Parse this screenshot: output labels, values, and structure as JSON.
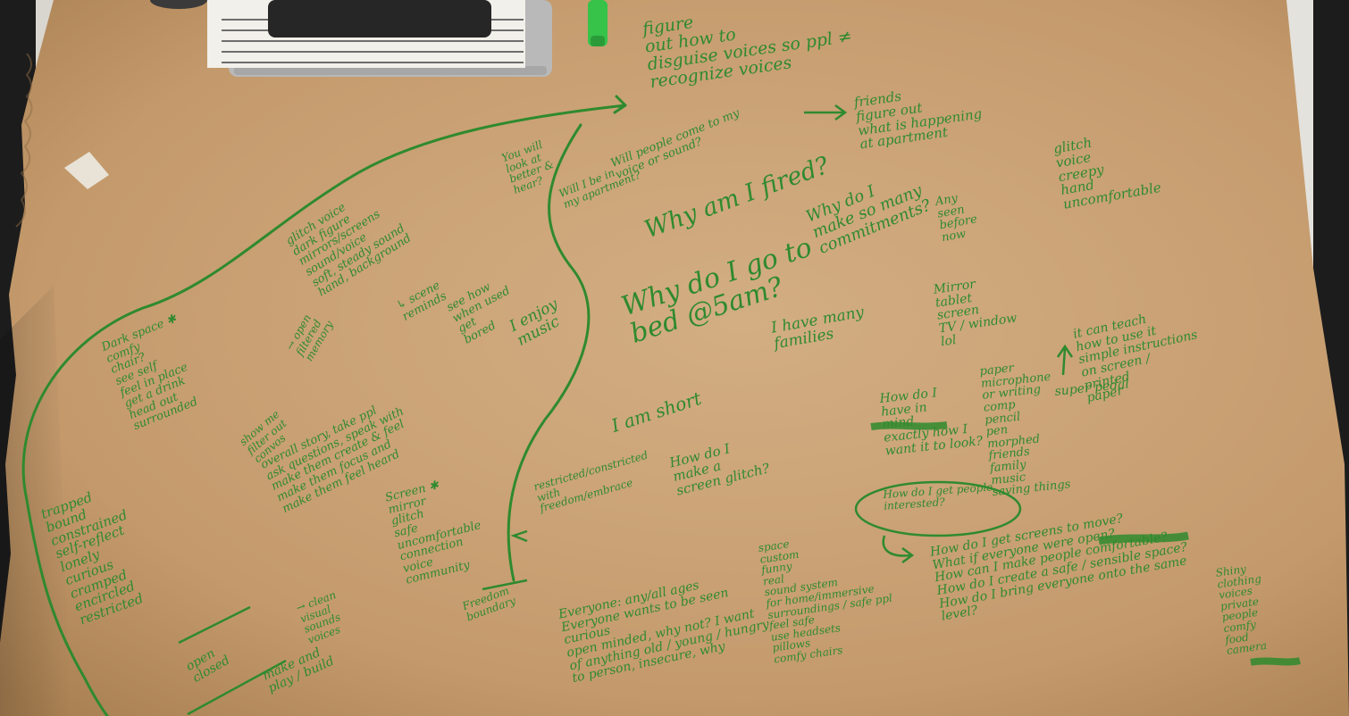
{
  "colors": {
    "paper": "#c49a6c",
    "paper_light": "#d3ae83",
    "ink": "#2f8a2e",
    "table": "#d9d6cf",
    "table_frame": "#1c1c1c",
    "marker_cap": "#37c24a",
    "laptop": "#b9b9b9",
    "notebook": "#f2f0ea"
  },
  "objects": {
    "laptop": "laptop-icon",
    "notebook": "spiral-notebook-icon",
    "phone": "phone-icon",
    "marker": "green-marker-icon",
    "tape": "tape-icon"
  },
  "notes": {
    "figure_out": "figure\nout how to\ndisguise voices so ppl ≠\nrecognize voices",
    "friends": "friends\nfigure out\nwhat is happening\nat apartment",
    "will_people": "Will people come to my\nvoice or sound?",
    "will_be_in": "Will I be in\nmy apartment?",
    "you_will": "You will\nlook at\nbetter &\nhear?",
    "why_fired": "Why am I fired?",
    "glitch_top": "glitch\nvoice\ncreepy\nhand\nuncomfortable",
    "why_do_i_make": "Why do I\nmake so many\ncommitments?",
    "any_seen": "Any\nseen\nbefore\nnow",
    "glitch_voice": "glitch voice\ndark figure\nmirrors/screens\nsound/voice\nsoft, steady sound\nhand, background",
    "why_bed": "Why do I go to\nbed @5am?",
    "i_have_many": "I have many\nfamilies",
    "mirror_list": "Mirror\ntablet\nscreen\nTV / window\nlol",
    "it_can_teach": "it can teach\nhow to use it\nsimple instructions\non screen /\nprinted\npaper",
    "scene_reminds": "↳ scene\nreminds",
    "see_how": "see how\nwhen used\nget\nbored",
    "i_enjoy": "I enjoy\nmusic",
    "dark_space": "Dark space ✱\ncomfy\nchair?\nsee self\nfeel in place\nget a drink\nhead out\nsurrounded",
    "open_filtered": "→ open\nfiltered\nmemory",
    "show_me": "show me\nfilter out\nconvos",
    "overall_story": "overall story, take ppl\nask questions, speak with\nmake them create & feel\nmake them focus and\nmake them feel heard",
    "paper_list": "paper\nmicrophone\nor writing\ncomp\npencil\npen\nmorphed\nfriends\nfamily\nmusic\nsaving things",
    "super_pedal": "super pedal",
    "how_do_i_how": "How do I\nhave in\nmind\nexactly how I\nwant it to look?",
    "i_am_short": "I am short",
    "how_do_glitch": "How do I\nmake a\nscreen glitch?",
    "restricted": "restricted/constricted\nwith\nfreedom/embrace",
    "screen_mirror": "Screen ✱\nmirror\nglitch\nsafe\nuncomfortable\nconnection\nvoice\ncommunity",
    "how_do_get_people": "How do I get people\ninterested?",
    "left_words": "trapped\nbound\nconstrained\nself-reflect\nlonely\ncurious\ncramped\nencircled\nrestricted",
    "clean_visual": "→ clean\nvisual\nsounds\nvoices",
    "space_list": "space\ncustom\nfunny\nreal\nsound system\nfor home/immersive\nsurroundings / safe ppl\nfeel safe\nuse headsets\npillows\ncomfy chairs",
    "how_get_screens": "How do I get screens to move?\nWhat if everyone were open?\nHow can I make people comfortable?\nHow do I create a safe / sensible space?\nHow do I bring everyone onto the same\nlevel?",
    "shiny": "Shiny\nclothing\nvoices\nprivate\npeople\ncomfy\nfood\ncamera",
    "everyone": "Everyone: any/all ages\nEveryone wants to be seen\ncurious\nopen minded, why not? I want\nof anything old / young / hungry\nto person, insecure, why",
    "freedom": "Freedom\nboundary",
    "open_blocked": "open\nclosed",
    "bottom_left": "make and\nplay / build"
  }
}
